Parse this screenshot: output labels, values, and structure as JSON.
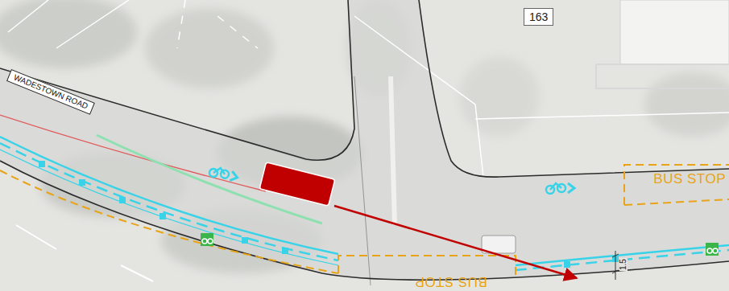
{
  "diagram": {
    "labels": [
      "WADESTOWN ROAD",
      "163",
      "BUS STOP",
      "BUS STOP",
      "1.5"
    ]
  }
}
